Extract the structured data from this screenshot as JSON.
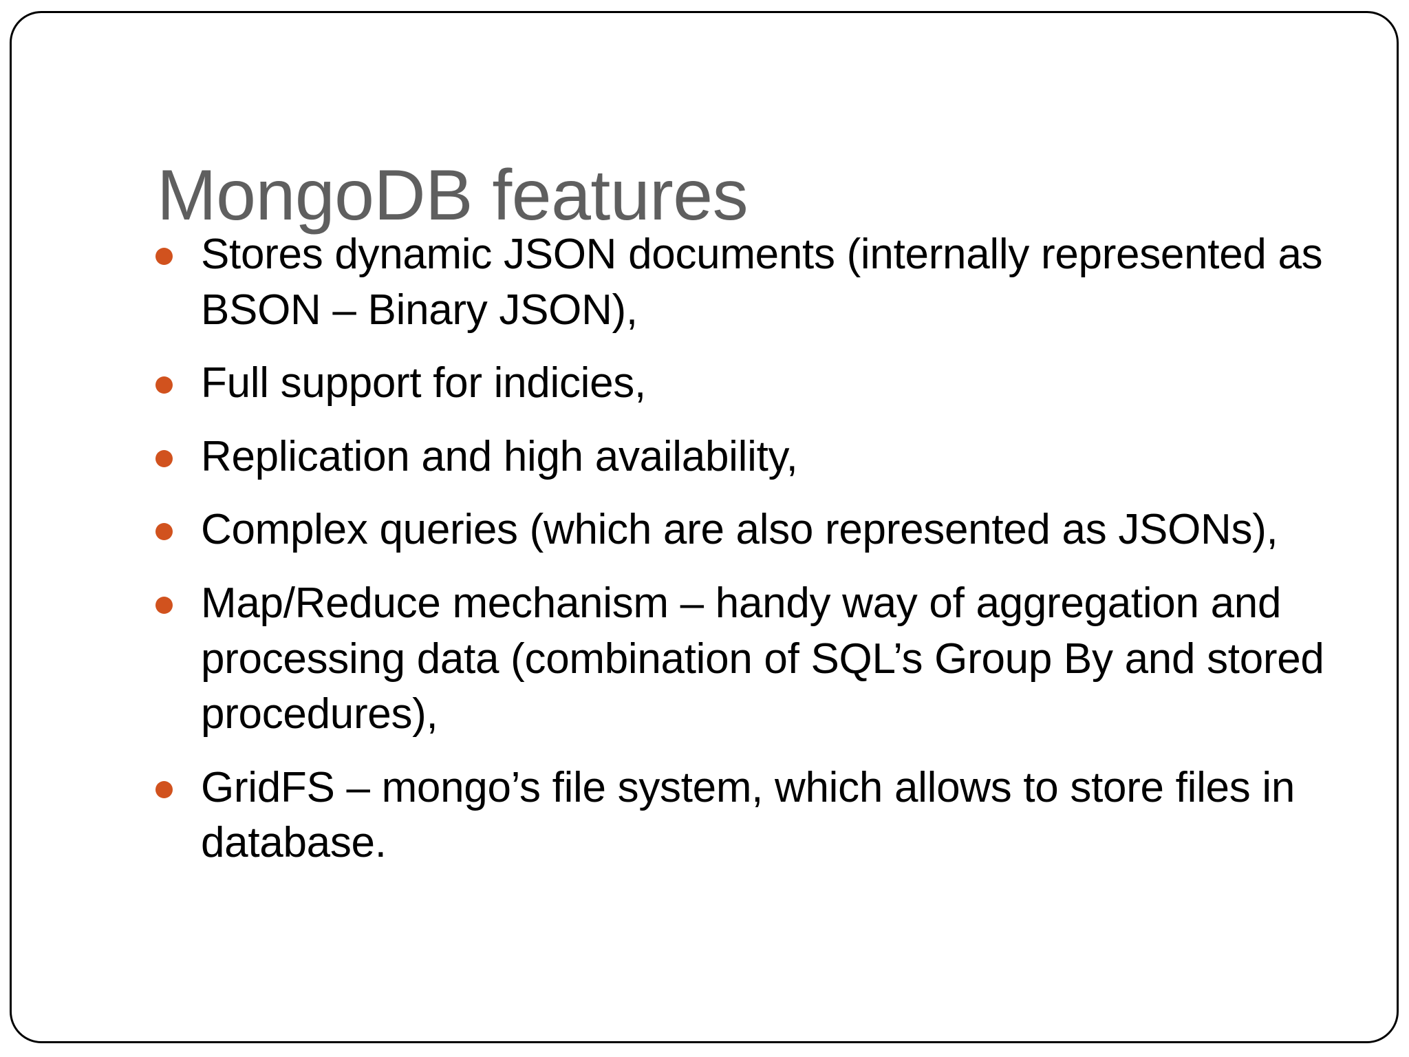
{
  "slide": {
    "title": "MongoDB features",
    "title_color": "#5f5f5f",
    "background_color": "#ffffff",
    "frame_color": "#000000",
    "bullet_color": "#d1521e",
    "text_color": "#000000",
    "bullets": [
      {
        "text": "Stores dynamic JSON documents (internally represented as BSON – Binary JSON),"
      },
      {
        "text": "Full support for indicies,"
      },
      {
        "text": "Replication and high availability,"
      },
      {
        "text": "Complex queries (which are also represented as JSONs),"
      },
      {
        "text": "Map/Reduce mechanism – handy way of aggregation and processing data (combination of SQL’s Group By and stored procedures),"
      },
      {
        "text": "GridFS – mongo’s file system, which allows to store files in database."
      }
    ]
  }
}
